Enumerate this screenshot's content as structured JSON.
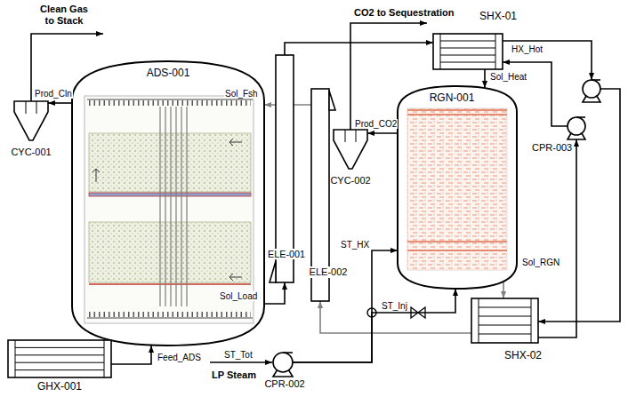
{
  "diagram": {
    "nodes": [
      {
        "text": [
          "ADS-001"
        ]
      },
      {
        "text": [
          "CYC-001"
        ]
      },
      {
        "text": [
          "GHX-001"
        ]
      },
      {
        "text": [
          "ELE-001"
        ]
      },
      {
        "text": [
          "ELE-002"
        ]
      },
      {
        "text": [
          "CYC-002"
        ]
      },
      {
        "text": [
          "RGN-001"
        ]
      },
      {
        "text": [
          "SHX-01"
        ]
      },
      {
        "text": [
          "SHX-02"
        ]
      },
      {
        "text": [
          "CPR-003"
        ]
      },
      {
        "text": [
          "CPR-002"
        ]
      }
    ],
    "edges": [
      {
        "from": 2,
        "to": 0,
        "label": "Feed_ADS",
        "arrow": "to"
      },
      {
        "from": 0,
        "to": 1,
        "label": "Prod_Cln",
        "arrow": "to"
      },
      {
        "from": 0,
        "to": 3,
        "label": "Sol_Load",
        "arrow": "to"
      },
      {
        "from": 3,
        "to": 7,
        "arrow": "to"
      },
      {
        "from": 7,
        "to": 6,
        "label": "Sol_Heat",
        "arrow": "to"
      },
      {
        "from": 6,
        "to": 5,
        "label": "Prod_CO2",
        "arrow": "to"
      },
      {
        "from": 6,
        "to": 8,
        "label": "Sol_RGN",
        "arrow": "to"
      },
      {
        "from": 8,
        "to": 4,
        "arrow": "to"
      },
      {
        "from": 4,
        "to": 0,
        "label": "Sol_Fsh",
        "arrow": "to"
      },
      {
        "from": 7,
        "to": 9,
        "label": "HX_Hot",
        "arrow": "to"
      },
      {
        "from": 9,
        "to": 8,
        "arrow": "to"
      },
      {
        "from": 8,
        "to": 9,
        "arrow": "to"
      },
      {
        "from": 9,
        "to": 7,
        "arrow": "to"
      },
      {
        "from": 10,
        "to": 6,
        "label": "ST_HX",
        "arrow": "to"
      },
      {
        "from": 10,
        "to": 6,
        "label": "ST_Inj",
        "arrow": "to"
      }
    ],
    "labels": [
      "Clean Gas to Stack",
      "CO2 to Sequestration",
      "LP Steam",
      "ST_Tot"
    ]
  }
}
